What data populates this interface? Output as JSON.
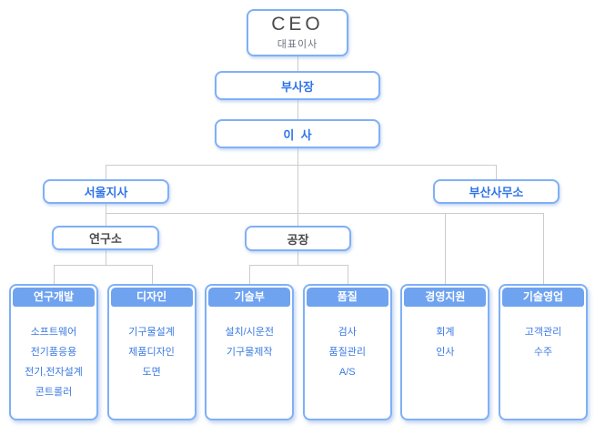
{
  "colors": {
    "border_blue": "#7FB0F6",
    "header_blue": "#6FA3F0",
    "text_blue": "#2F74E8",
    "item_blue": "#3A79E0",
    "text_dark": "#4A4A4A",
    "line_gray": "#CCCCCC"
  },
  "nodes": {
    "ceo": {
      "title": "CEO",
      "subtitle": "대표이사"
    },
    "vice_president": {
      "label": "부사장"
    },
    "director": {
      "label": "이  사"
    },
    "seoul_branch": {
      "label": "서울지사"
    },
    "busan_office": {
      "label": "부산사무소"
    },
    "research_institute": {
      "label": "연구소"
    },
    "factory": {
      "label": "공장"
    }
  },
  "departments": [
    {
      "name": "연구개발",
      "items": [
        "소프트웨어",
        "전기품응용",
        "전기,전자설계",
        "콘트롤러"
      ]
    },
    {
      "name": "디자인",
      "items": [
        "기구물설계",
        "제품디자인",
        "도면"
      ]
    },
    {
      "name": "기술부",
      "items": [
        "설치/시운전",
        "기구물제작"
      ]
    },
    {
      "name": "품질",
      "items": [
        "검사",
        "품질관리",
        "A/S"
      ]
    },
    {
      "name": "경영지원",
      "items": [
        "회계",
        "인사"
      ]
    },
    {
      "name": "기술영업",
      "items": [
        "고객관리",
        "수주"
      ]
    }
  ]
}
